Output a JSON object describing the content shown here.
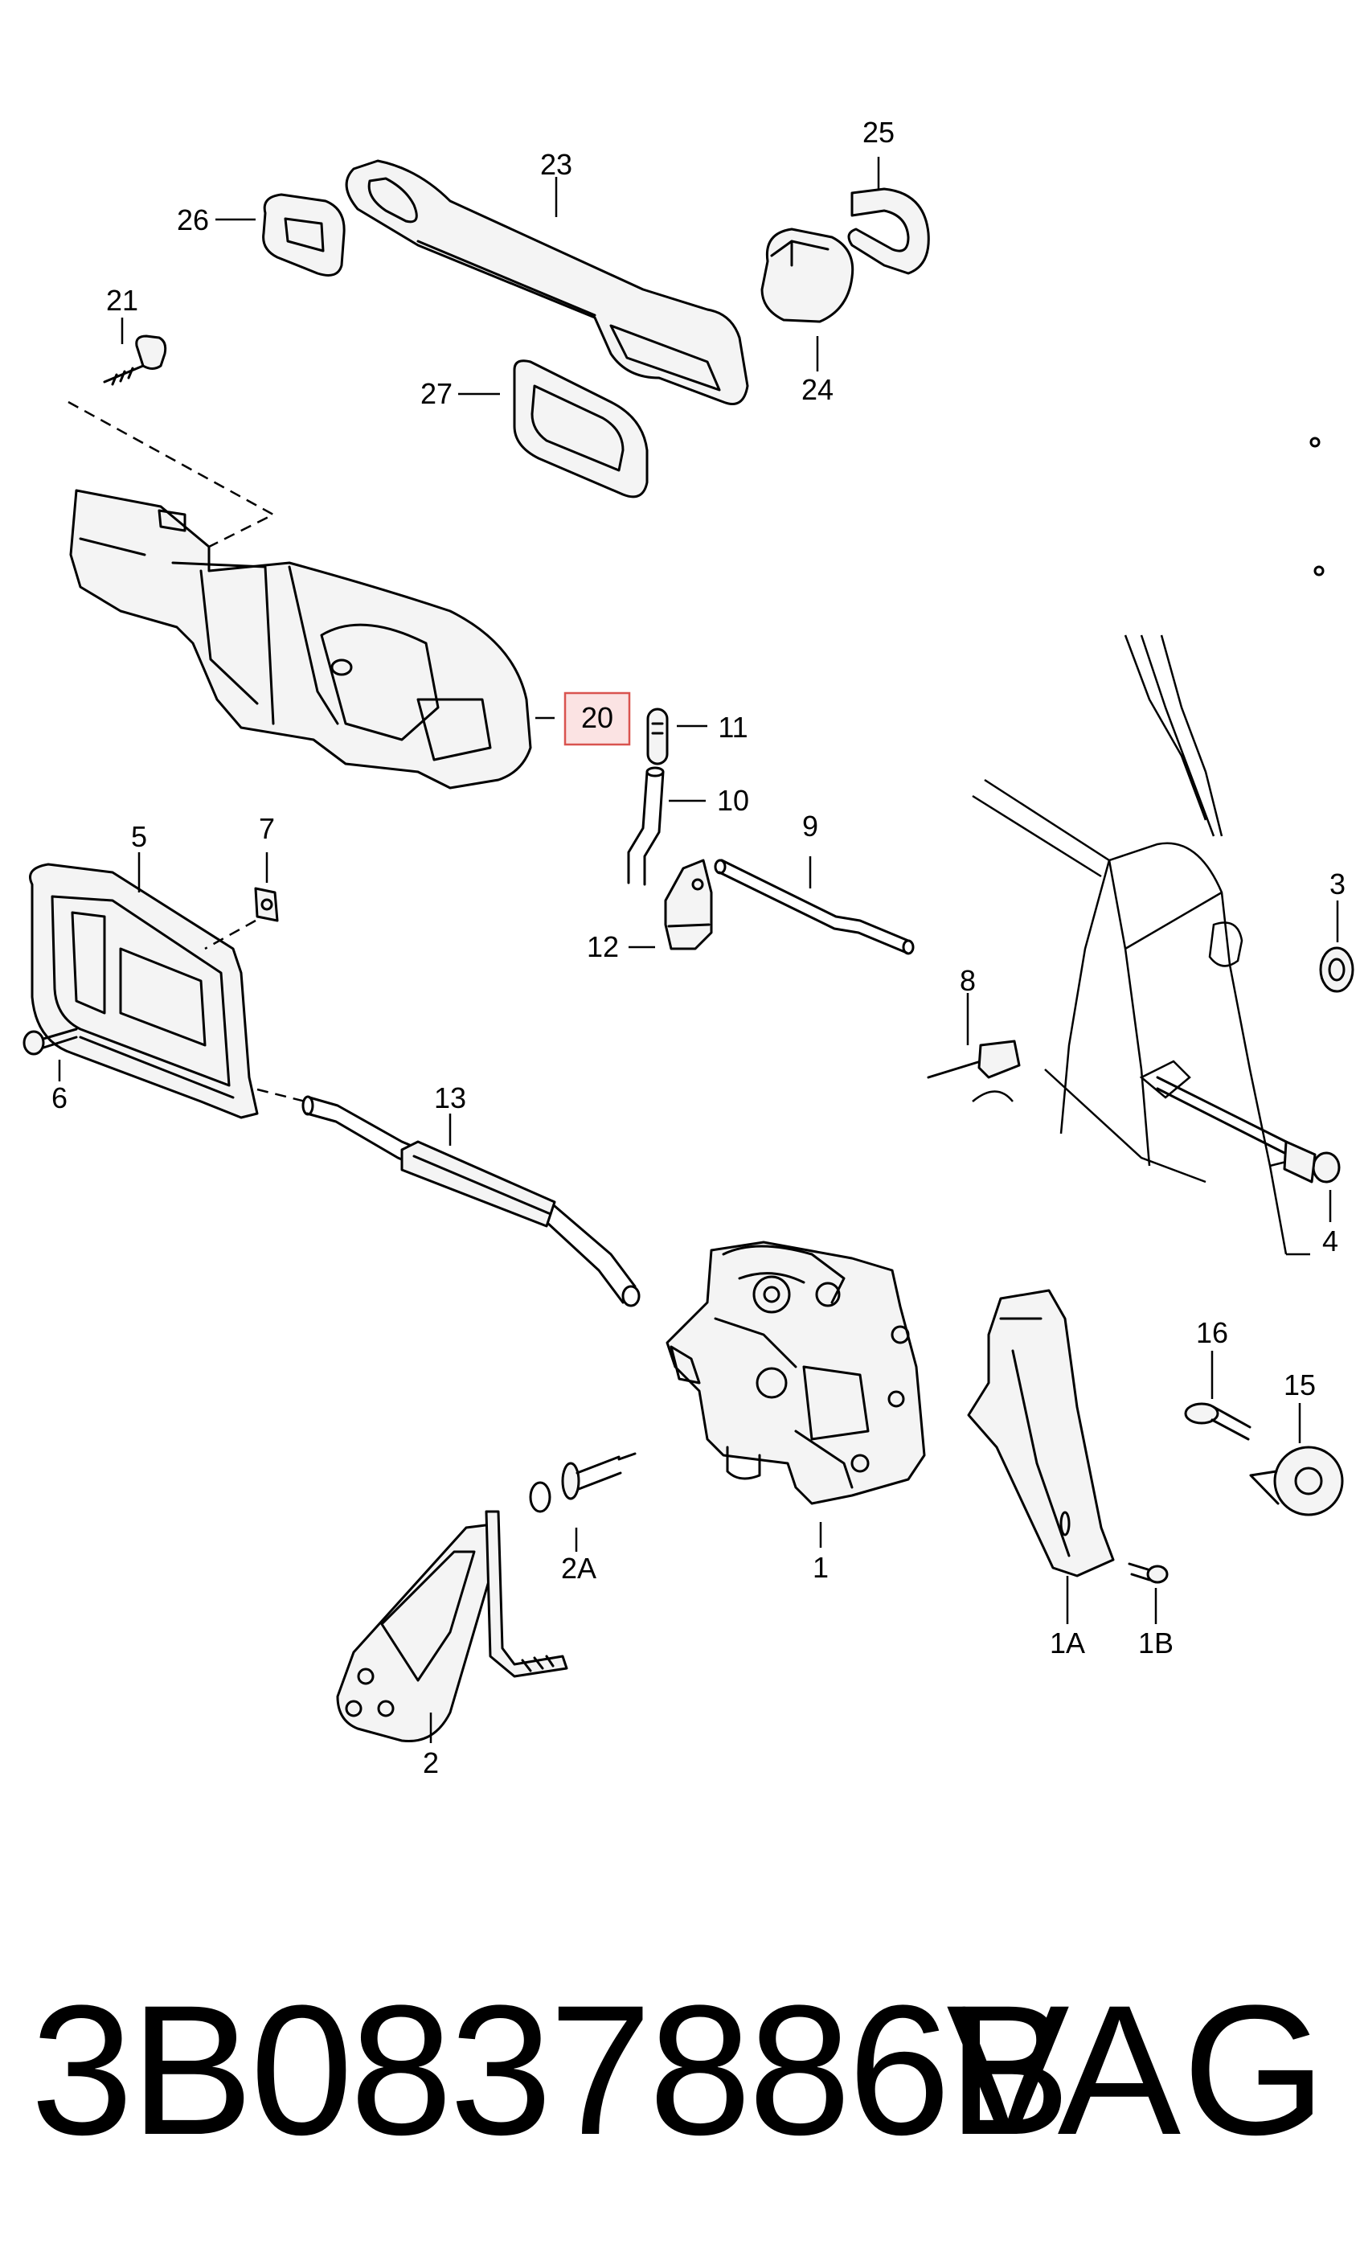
{
  "callouts": {
    "c1": "1",
    "c1A": "1A",
    "c1B": "1B",
    "c2": "2",
    "c2A": "2A",
    "c3": "3",
    "c4": "4",
    "c5": "5",
    "c6": "6",
    "c7": "7",
    "c8": "8",
    "c9": "9",
    "c10": "10",
    "c11": "11",
    "c12": "12",
    "c13": "13",
    "c15": "15",
    "c16": "16",
    "c20": "20",
    "c21": "21",
    "c23": "23",
    "c24": "24",
    "c25": "25",
    "c26": "26",
    "c27": "27"
  },
  "highlighted_callout": "20",
  "footer": {
    "part_number": "3B0837886B",
    "brand": "VAG"
  },
  "colors": {
    "highlight_fill": "#fbe3e3",
    "highlight_border": "#d9534f",
    "line": "#000000"
  }
}
